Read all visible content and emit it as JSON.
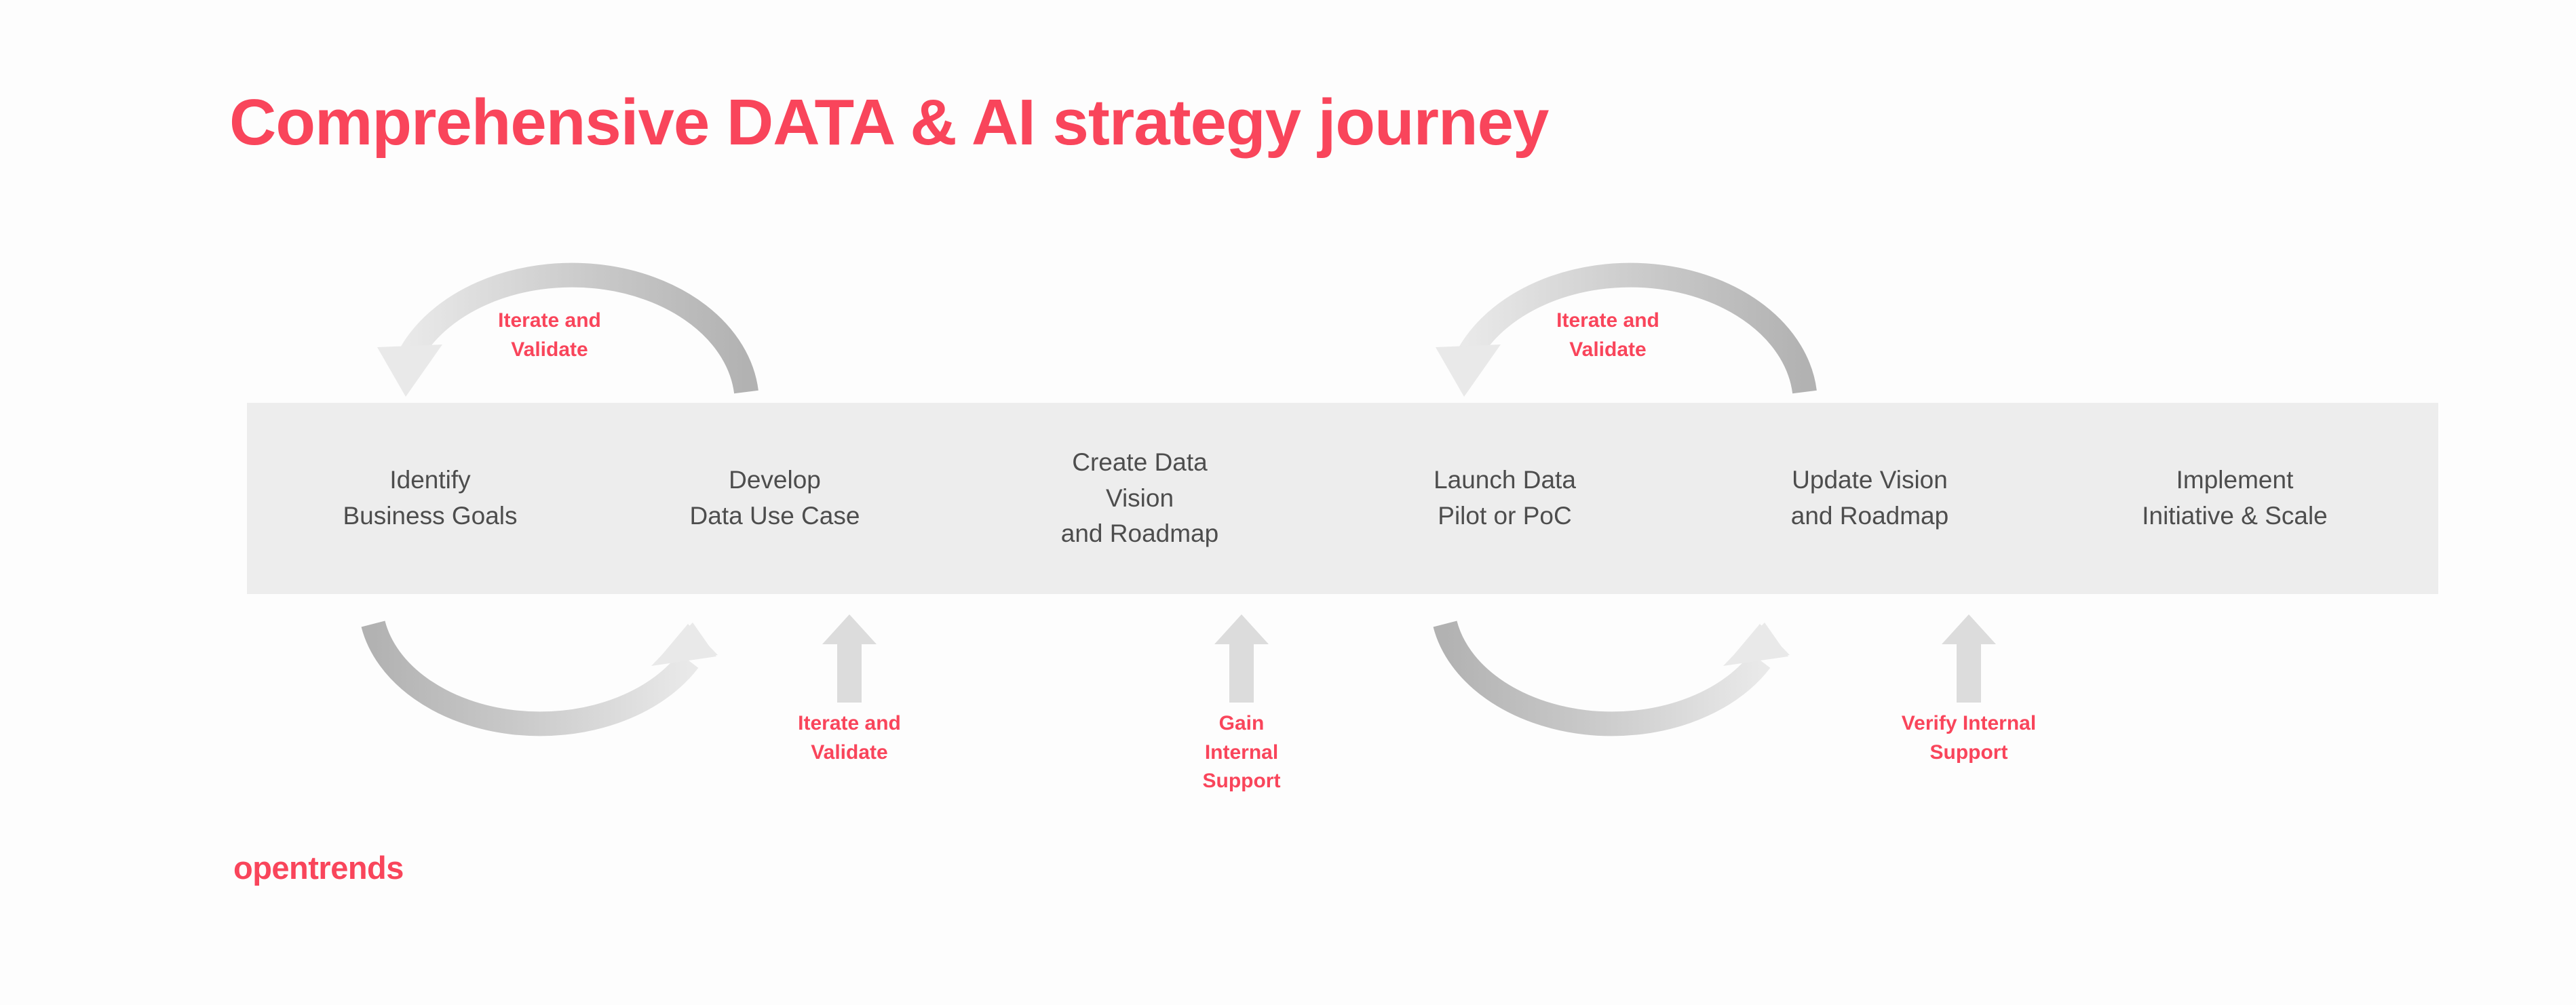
{
  "page": {
    "title": "Comprehensive DATA & AI strategy journey",
    "brand_logo": "opentrends",
    "accent_color": "#f9455b",
    "chevron_fill": "#ededed",
    "chevron_text_color": "#4d4d4d",
    "arrow_gray_dark": "#b4b4b4",
    "arrow_gray_light": "#e8e8e8",
    "background_color": "#fdfdfd"
  },
  "journey": {
    "steps": [
      {
        "index": 1,
        "label": "Identify\nBusiness Goals"
      },
      {
        "index": 2,
        "label": "Develop\nData Use Case"
      },
      {
        "index": 3,
        "label": "Create Data\nVision\nand Roadmap"
      },
      {
        "index": 4,
        "label": "Launch Data\nPilot or PoC"
      },
      {
        "index": 5,
        "label": "Update Vision\nand Roadmap"
      },
      {
        "index": 6,
        "label": "Implement\nInitiative & Scale"
      }
    ]
  },
  "annotations": {
    "top_arcs": [
      {
        "id": "top-arc-1",
        "label": "Iterate and\nValidate",
        "from_step": 2,
        "to_step": 1,
        "direction": "right-to-left"
      },
      {
        "id": "top-arc-2",
        "label": "Iterate and\nValidate",
        "from_step": 5,
        "to_step": 4,
        "direction": "right-to-left"
      }
    ],
    "bottom_arcs": [
      {
        "id": "bottom-arc-1",
        "from_step": 1,
        "to_step": 2,
        "direction": "left-to-right"
      },
      {
        "id": "bottom-arc-2",
        "from_step": 4,
        "to_step": 5,
        "direction": "left-to-right"
      }
    ],
    "up_arrows": [
      {
        "id": "up-arrow-1",
        "label": "Iterate and\nValidate",
        "under_step": 2
      },
      {
        "id": "up-arrow-2",
        "label": "Gain\nInternal\nSupport",
        "under_step": 3
      },
      {
        "id": "up-arrow-3",
        "label": "Verify Internal\nSupport",
        "under_step": 5
      }
    ]
  }
}
